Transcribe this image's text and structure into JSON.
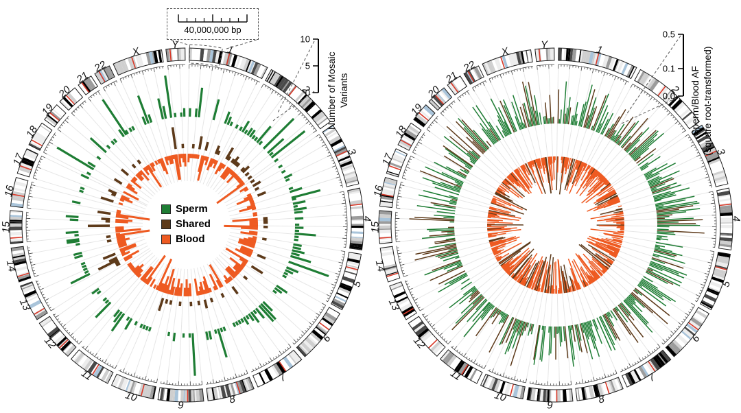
{
  "colors": {
    "sperm": "#1e7d34",
    "shared": "#5d3a1a",
    "blood": "#ee5a21",
    "centromere": "#d93b2b",
    "ideogram_outline": "#1a1a1a",
    "grid_line": "#e6e6e6",
    "tick_ring": "#444444",
    "connector": "#555555",
    "band_palette": [
      "#ffffff",
      "#ededed",
      "#cfcfcf",
      "#9c9c9c",
      "#4a4a4a",
      "#000000",
      "#a9c4da"
    ]
  },
  "chromosomes": [
    {
      "name": "1",
      "size_mb": 249,
      "cen": 0.5
    },
    {
      "name": "2",
      "size_mb": 243,
      "cen": 0.38
    },
    {
      "name": "3",
      "size_mb": 198,
      "cen": 0.46
    },
    {
      "name": "4",
      "size_mb": 191,
      "cen": 0.26
    },
    {
      "name": "5",
      "size_mb": 181,
      "cen": 0.27
    },
    {
      "name": "6",
      "size_mb": 171,
      "cen": 0.35
    },
    {
      "name": "7",
      "size_mb": 159,
      "cen": 0.38
    },
    {
      "name": "8",
      "size_mb": 146,
      "cen": 0.31
    },
    {
      "name": "9",
      "size_mb": 141,
      "cen": 0.35
    },
    {
      "name": "10",
      "size_mb": 136,
      "cen": 0.29
    },
    {
      "name": "11",
      "size_mb": 135,
      "cen": 0.4
    },
    {
      "name": "12",
      "size_mb": 134,
      "cen": 0.27
    },
    {
      "name": "13",
      "size_mb": 115,
      "cen": 0.16
    },
    {
      "name": "14",
      "size_mb": 107,
      "cen": 0.16
    },
    {
      "name": "15",
      "size_mb": 102,
      "cen": 0.17
    },
    {
      "name": "16",
      "size_mb": 90,
      "cen": 0.41
    },
    {
      "name": "17",
      "size_mb": 81,
      "cen": 0.3
    },
    {
      "name": "18",
      "size_mb": 78,
      "cen": 0.22
    },
    {
      "name": "19",
      "size_mb": 59,
      "cen": 0.45
    },
    {
      "name": "20",
      "size_mb": 63,
      "cen": 0.44
    },
    {
      "name": "21",
      "size_mb": 48,
      "cen": 0.27
    },
    {
      "name": "22",
      "size_mb": 51,
      "cen": 0.29
    },
    {
      "name": "X",
      "size_mb": 155,
      "cen": 0.39
    },
    {
      "name": "Y",
      "size_mb": 59,
      "cen": 0.21
    }
  ],
  "chart_data": [
    {
      "id": "left",
      "type": "circos-histogram",
      "scale_bar": {
        "label": "40,000,000 bp",
        "tick_major_mb": 40,
        "tick_minor_mb": 10
      },
      "axis": {
        "label": "Number of Mosaic Variants",
        "ticks": [
          "10",
          "5",
          "0"
        ],
        "min": 0,
        "max": 10
      },
      "legend": [
        {
          "label": "Sperm",
          "color_key": "sperm"
        },
        {
          "label": "Shared",
          "color_key": "shared"
        },
        {
          "label": "Blood",
          "color_key": "blood"
        }
      ],
      "tracks": [
        {
          "name": "sperm",
          "color_key": "sperm",
          "direction": "outward",
          "bin_mb": 15,
          "zero_fraction": 0.42
        },
        {
          "name": "shared",
          "color_key": "shared",
          "direction": "outward",
          "bin_mb": 15,
          "zero_fraction": 0.72
        },
        {
          "name": "blood",
          "color_key": "blood",
          "direction": "inward",
          "bin_mb": 15,
          "zero_fraction": 0.12
        }
      ],
      "seed": 20
    },
    {
      "id": "right",
      "type": "circos-histogram",
      "axis": {
        "label_line1": "Sperm/Blood AF",
        "label_line2": "(square root-transformed)",
        "ticks": [
          "0.5",
          "0.1",
          "0.0"
        ],
        "min": 0,
        "max": 0.5,
        "transform": "sqrt"
      },
      "tracks": [
        {
          "name": "sperm-af",
          "color_key": "sperm",
          "direction": "outward",
          "bin_mb": 7,
          "zero_fraction": 0.18,
          "shared_fraction": 0.27
        },
        {
          "name": "blood-af",
          "color_key": "blood",
          "direction": "inward",
          "bin_mb": 7,
          "zero_fraction": 0.15,
          "shared_fraction": 0.14
        }
      ],
      "seed": 77
    }
  ]
}
